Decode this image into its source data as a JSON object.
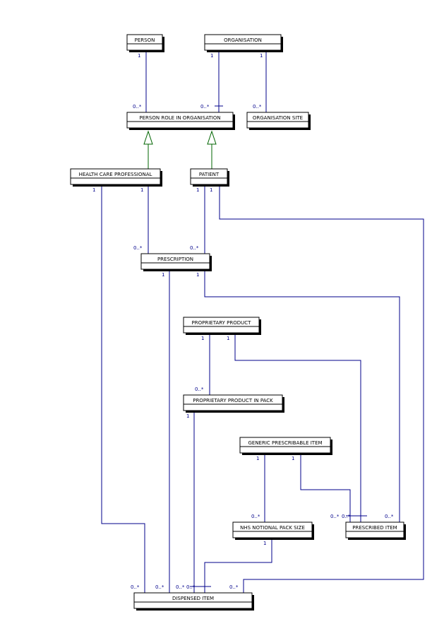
{
  "colors": {
    "connector": "#00008b",
    "generalisation": "#006400",
    "entity_border": "#000000"
  },
  "entities": {
    "person": "PERSON",
    "organisation": "ORGANISATION",
    "person_role": "PERSON ROLE IN ORGANISATION",
    "organisation_site": "ORGANISATION SITE",
    "health_care_professional": "HEALTH CARE PROFESSIONAL",
    "patient": "PATIENT",
    "prescription": "PRESCRIPTION",
    "proprietary_product": "PROPRIETARY PRODUCT",
    "proprietary_product_in_pack": "PROPRIETARY PRODUCT IN PACK",
    "generic_prescribable_item": "GENERIC PRESCRIBABLE ITEM",
    "nhs_notional_pack_size": "NHS NOTIONAL PACK SIZE",
    "prescribed_item": "PRESCRIBED ITEM",
    "dispensed_item": "DISPENSED ITEM"
  },
  "multiplicities": {
    "one": "1",
    "many": "0..*"
  }
}
